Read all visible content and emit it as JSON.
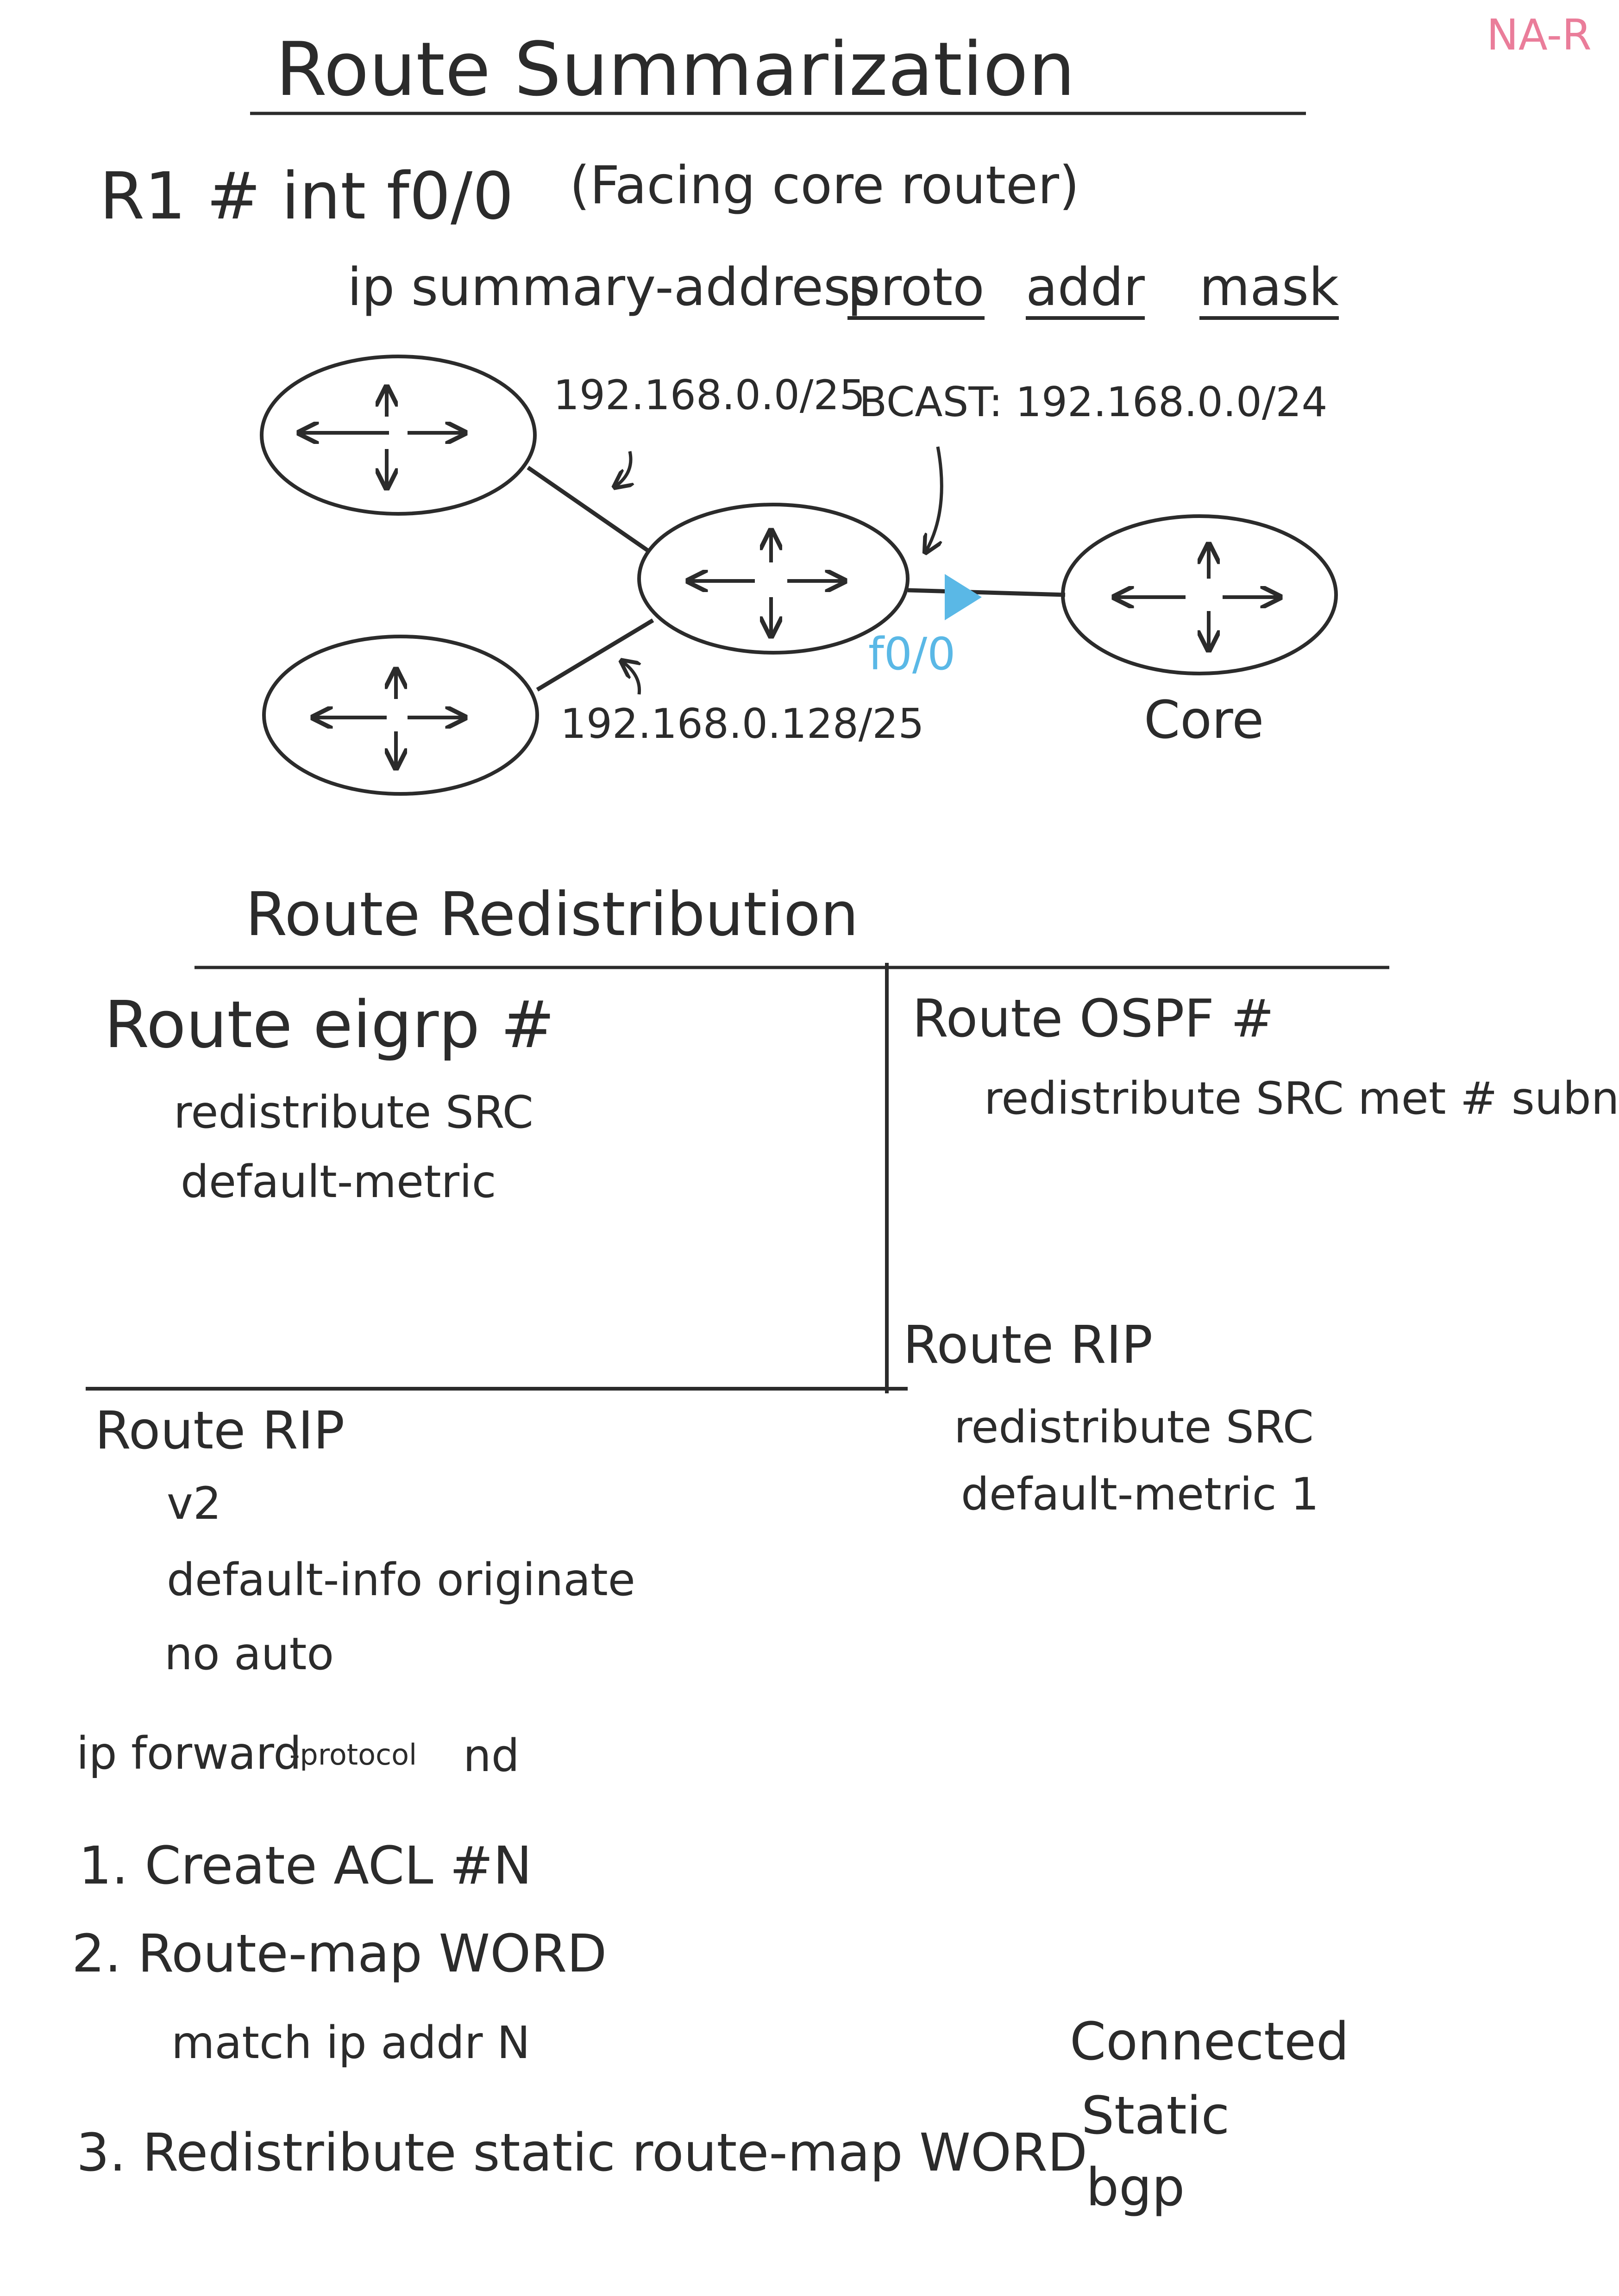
{
  "corner_tag": "NA-R",
  "summarization": {
    "title": "Route Summarization",
    "cmd_line1": "R1 # int f0/0",
    "cmd_line1_note": "(Facing core router)",
    "cmd_line2_prefix": "ip summary-address",
    "cmd_args": [
      "proto",
      "addr",
      "mask"
    ],
    "diagram": {
      "label_upper_subnet": "192.168.0.0/25",
      "label_bcast": "BCAST: 192.168.0.0/24",
      "label_lower_subnet": "192.168.0.128/25",
      "interface_label": "f0/0",
      "core_label": "Core",
      "accent_color": "#5ab8e6"
    }
  },
  "redistribution": {
    "title": "Route Redistribution",
    "eigrp": {
      "header": "Route eigrp #",
      "lines": [
        "redistribute SRC",
        "default-metric"
      ]
    },
    "ospf": {
      "header": "Route OSPF #",
      "lines": [
        "redistribute SRC met # subnet"
      ]
    },
    "rip_right": {
      "header": "Route RIP",
      "lines": [
        "redistribute SRC",
        "default-metric 1"
      ]
    },
    "rip_left": {
      "header": "Route RIP",
      "lines": [
        "v2",
        "default-info originate",
        "no auto"
      ]
    }
  },
  "forward": {
    "prefix": "ip forward",
    "middle": "-protocol",
    "suffix": "nd"
  },
  "steps": [
    "1. Create ACL #N",
    "2. Route-map WORD",
    "match ip addr N",
    "3. Redistribute static route-map WORD"
  ],
  "sources": [
    "Connected",
    "Static",
    "bgp"
  ]
}
